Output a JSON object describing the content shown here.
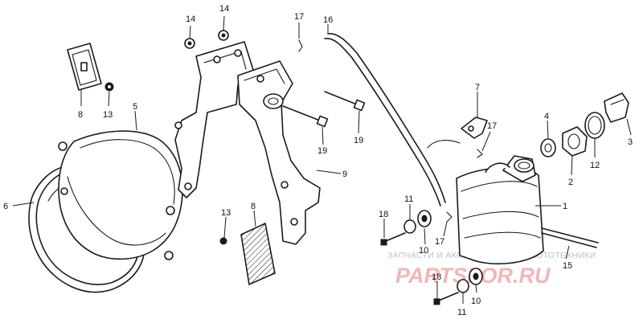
{
  "diagram": {
    "callouts": [
      {
        "id": "c14a",
        "text": "14"
      },
      {
        "id": "c14b",
        "text": "14"
      },
      {
        "id": "c17a",
        "text": "17"
      },
      {
        "id": "c16",
        "text": "16"
      },
      {
        "id": "c8a",
        "text": "8"
      },
      {
        "id": "c13a",
        "text": "13"
      },
      {
        "id": "c5",
        "text": "5"
      },
      {
        "id": "c6",
        "text": "6"
      },
      {
        "id": "c19a",
        "text": "19"
      },
      {
        "id": "c19b",
        "text": "19"
      },
      {
        "id": "c9",
        "text": "9"
      },
      {
        "id": "c7",
        "text": "7"
      },
      {
        "id": "c17b",
        "text": "17"
      },
      {
        "id": "c4",
        "text": "4"
      },
      {
        "id": "c3",
        "text": "3"
      },
      {
        "id": "c2",
        "text": "2"
      },
      {
        "id": "c12",
        "text": "12"
      },
      {
        "id": "c1",
        "text": "1"
      },
      {
        "id": "c13b",
        "text": "13"
      },
      {
        "id": "c8b",
        "text": "8"
      },
      {
        "id": "c11a",
        "text": "11"
      },
      {
        "id": "c18a",
        "text": "18"
      },
      {
        "id": "c10a",
        "text": "10"
      },
      {
        "id": "c17c",
        "text": "17"
      },
      {
        "id": "c15",
        "text": "15"
      },
      {
        "id": "c18b",
        "text": "18"
      },
      {
        "id": "c11b",
        "text": "11"
      },
      {
        "id": "c10b",
        "text": "10"
      }
    ]
  },
  "watermark": {
    "caption": "ЗАПЧАСТИ И АКСЕССУАРЫ ДЛЯ МОТОТЕХНИКИ",
    "logo": "PARTSFOR.RU",
    "logo_color": "#f3b6b6"
  }
}
